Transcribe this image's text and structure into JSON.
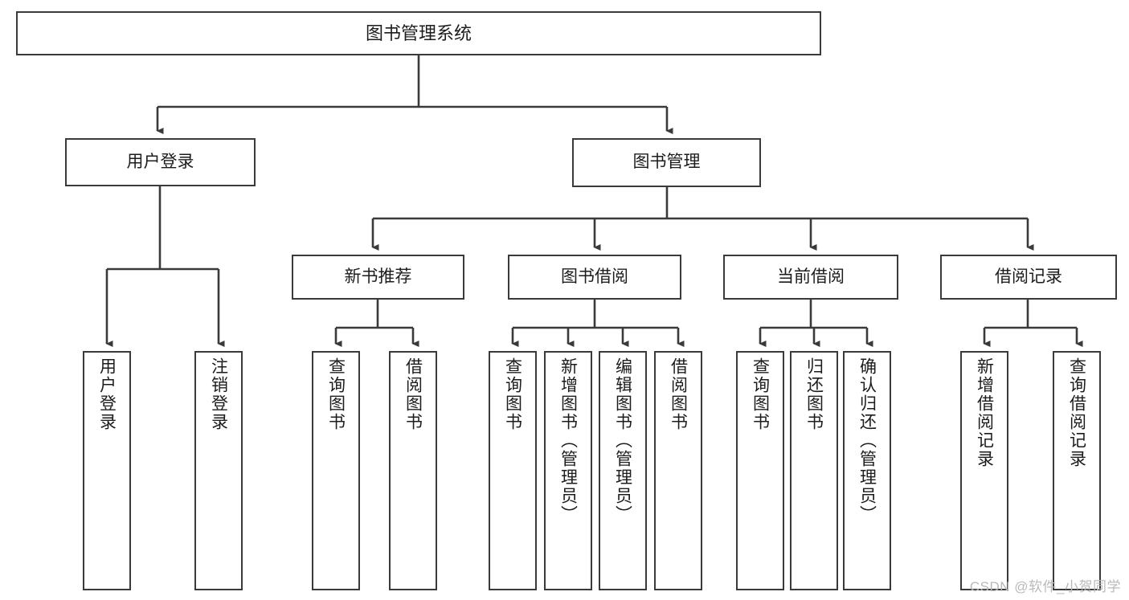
{
  "diagram": {
    "type": "tree-hierarchy-diagram",
    "title": "图书管理系统",
    "colors": {
      "background": "#ffffff",
      "box_border": "#3a3a3a",
      "box_fill": "#ffffff",
      "connector": "#3a3a3a",
      "text": "#1c1c1c",
      "watermark": "#b9b9b9"
    },
    "levels": {
      "level1": [
        "图书管理系统"
      ],
      "level2": [
        "用户登录",
        "图书管理"
      ],
      "level3": [
        "新书推荐",
        "图书借阅",
        "当前借阅",
        "借阅记录"
      ],
      "level4": [
        "用户登录",
        "注销登录",
        "查询图书",
        "借阅图书",
        "查询图书",
        "新增图书（管理员）",
        "编辑图书（管理员）",
        "借阅图书",
        "查询图书",
        "归还图书",
        "确认归还（管理员）",
        "新增借阅记录",
        "查询借阅记录"
      ]
    },
    "nodes": {
      "root": {
        "label": "图书管理系统"
      },
      "user_login": {
        "label": "用户登录"
      },
      "book_manage": {
        "label": "图书管理"
      },
      "new_book_rec": {
        "label": "新书推荐"
      },
      "book_borrow": {
        "label": "图书借阅"
      },
      "current_borrow": {
        "label": "当前借阅"
      },
      "borrow_record": {
        "label": "借阅记录"
      },
      "leaf_user_login": {
        "label": "用户登录"
      },
      "leaf_logout": {
        "label": "注销登录"
      },
      "leaf_query_book_1": {
        "label": "查询图书"
      },
      "leaf_borrow_book_1": {
        "label": "借阅图书"
      },
      "leaf_query_book_2": {
        "label": "查询图书"
      },
      "leaf_add_book_admin": {
        "label": "新增图书（管理员）"
      },
      "leaf_edit_book_admin": {
        "label": "编辑图书（管理员）"
      },
      "leaf_borrow_book_2": {
        "label": "借阅图书"
      },
      "leaf_query_book_3": {
        "label": "查询图书"
      },
      "leaf_return_book": {
        "label": "归还图书"
      },
      "leaf_confirm_return_admin": {
        "label": "确认归还（管理员）"
      },
      "leaf_add_borrow_record": {
        "label": "新增借阅记录"
      },
      "leaf_query_borrow_record": {
        "label": "查询借阅记录"
      }
    },
    "edges": [
      {
        "from": "图书管理系统",
        "to": "用户登录"
      },
      {
        "from": "图书管理系统",
        "to": "图书管理"
      },
      {
        "from": "用户登录",
        "to": "用户登录"
      },
      {
        "from": "用户登录",
        "to": "注销登录"
      },
      {
        "from": "图书管理",
        "to": "新书推荐"
      },
      {
        "from": "图书管理",
        "to": "图书借阅"
      },
      {
        "from": "图书管理",
        "to": "当前借阅"
      },
      {
        "from": "图书管理",
        "to": "借阅记录"
      },
      {
        "from": "新书推荐",
        "to": "查询图书"
      },
      {
        "from": "新书推荐",
        "to": "借阅图书"
      },
      {
        "from": "图书借阅",
        "to": "查询图书"
      },
      {
        "from": "图书借阅",
        "to": "新增图书（管理员）"
      },
      {
        "from": "图书借阅",
        "to": "编辑图书（管理员）"
      },
      {
        "from": "图书借阅",
        "to": "借阅图书"
      },
      {
        "from": "当前借阅",
        "to": "查询图书"
      },
      {
        "from": "当前借阅",
        "to": "归还图书"
      },
      {
        "from": "当前借阅",
        "to": "确认归还（管理员）"
      },
      {
        "from": "借阅记录",
        "to": "新增借阅记录"
      },
      {
        "from": "借阅记录",
        "to": "查询借阅记录"
      }
    ]
  },
  "watermark": {
    "text": "CSDN @软件_小贺同学"
  }
}
